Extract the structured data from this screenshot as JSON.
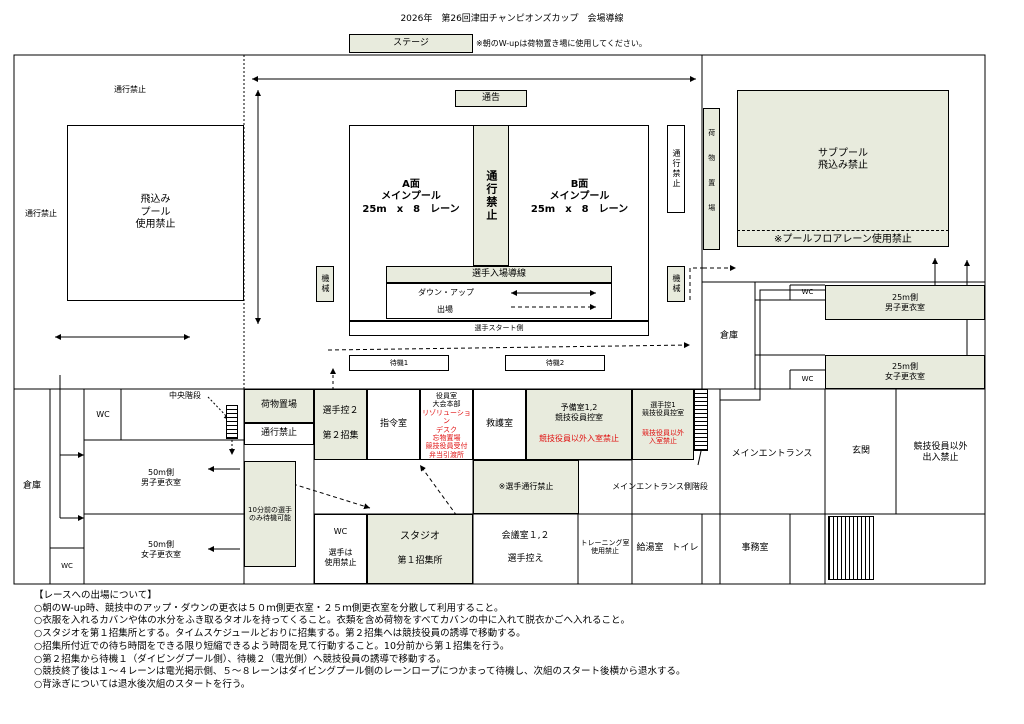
{
  "title": "2026年　第26回津田チャンピオンズカップ　会場導線",
  "stage": {
    "label": "ステージ",
    "note": "※朝のW-upは荷物置き場に使用してください。"
  },
  "top_area": {
    "no_entry_top_left": "通行禁止",
    "no_entry_left": "通行禁止",
    "diving_pool": "飛込み\nプール\n使用禁止",
    "notice": "通告",
    "pool_a": "A面\nメインプール\n25m　x　8　レーン",
    "pool_b": "B面\nメインプール\n25m　x　8　レーン",
    "center_no_entry": "通行禁止",
    "right_no_entry": "通行禁止",
    "luggage_vertical": "荷物置場",
    "sub_pool": "サブプール\n飛込み禁止",
    "sub_pool_note": "※プールフロアレーン使用禁止",
    "machine_left": "機械",
    "machine_right": "機械",
    "entry_route": "選手入場導線",
    "down_up": "ダウン・アップ",
    "exit": "出場",
    "start_side": "選手スタート側",
    "wait1": "待機1",
    "wait2": "待機2",
    "storage_right": "倉庫",
    "wc_men_25": "WC",
    "men_locker_25": "25m側\n男子更衣室",
    "wc_women_25": "WC",
    "women_locker_25": "25m側\n女子更衣室"
  },
  "bottom_area": {
    "storage_left": "倉庫",
    "central_stairs": "中央階段",
    "wc_left": "WC",
    "men_locker_50": "50m側\n男子更衣室",
    "women_locker_50": "50m側\n女子更衣室",
    "wc_small": "WC",
    "luggage": "荷物置場",
    "luggage_no_entry": "通行禁止",
    "waiting_10min": "10分前の選手\nのみ待機可能",
    "player_room2": "選手控２",
    "call2": "第２招集",
    "command_room": "指令室",
    "officials_hq": "役員室\n大会本部",
    "officials_red": "リゾリューション\nデスク\n忘物置場\n競技役員受付\n弁当引渡所",
    "first_aid": "救護室",
    "reserve_room": "予備室1,2\n競技役員控室",
    "reserve_red": "競技役員以外入室禁止",
    "player_room1": "選手控1\n競技役員控室",
    "player_room1_red": "競技役員以外\n入室禁止",
    "main_entrance": "メインエントランス",
    "hall": "玄関",
    "no_entry_except_officials": "競技役員以外\n出入禁止",
    "players_no_passing": "※選手通行禁止",
    "main_entrance_stairs": "メインエントランス側階段",
    "wc_bottom": "WC",
    "wc_bottom_note": "選手は\n使用禁止",
    "studio": "スタジオ",
    "call1": "第１招集所",
    "meeting_room": "会議室１,２",
    "meeting_room_note": "選手控え",
    "training_room": "トレーニング室\n使用禁止",
    "kitchen": "給湯室",
    "toilet": "トイレ",
    "office": "事務室"
  },
  "notes": {
    "heading": "【レースへの出場について】",
    "items": [
      "○朝のW-up時、競技中のアップ・ダウンの更衣は５０ｍ側更衣室・２５ｍ側更衣室を分散して利用すること。",
      "○衣服を入れるカバンや体の水分をふき取るタオルを持ってくること。衣類を含め荷物をすべてカバンの中に入れて脱衣かごへ入れること。",
      "○スタジオを第１招集所とする。タイムスケジュールどおりに招集する。第２招集へは競技役員の誘導で移動する。",
      "○招集所付近での待ち時間をできる限り短縮できるよう時間を見て行動すること。10分前から第１招集を行う。",
      "○第２招集から待機１（ダイビングプール側）、待機２（電光側）へ競技役員の誘導で移動する。",
      "○競技終了後は１～４レーンは電光掲示側、５～８レーンはダイビングプール側のレーンロープにつかまって待機し、次組のスタート後横から退水する。",
      "○背泳ぎについては退水後次組のスタートを行う。"
    ]
  },
  "colors": {
    "room_fill": "#e8ebdd",
    "warning": "#e01010",
    "line": "#000000"
  }
}
